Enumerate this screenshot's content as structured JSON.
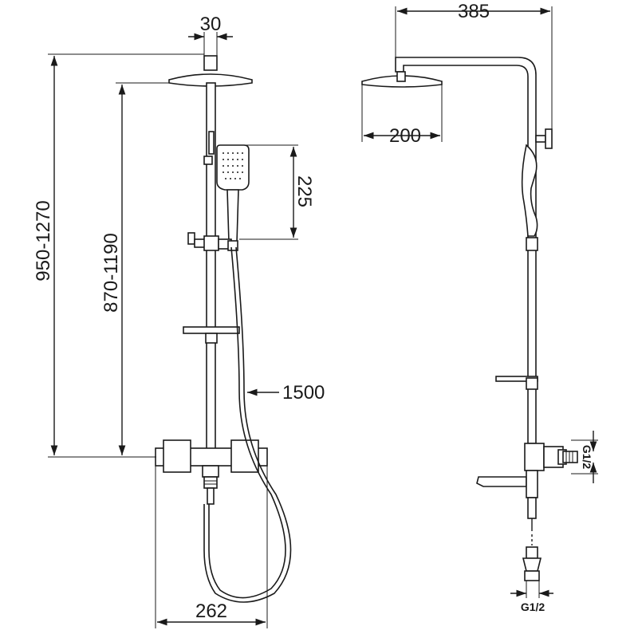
{
  "dimensions": {
    "wall_offset": "30",
    "total_height": "950-1270",
    "bar_height": "870-1190",
    "hand_shower_length": "225",
    "hose_length": "1500",
    "mixer_spacing": "262",
    "arm_reach": "385",
    "head_diameter": "200",
    "inlet_thread_top": "G1/2",
    "inlet_thread_bottom": "G1/2"
  }
}
